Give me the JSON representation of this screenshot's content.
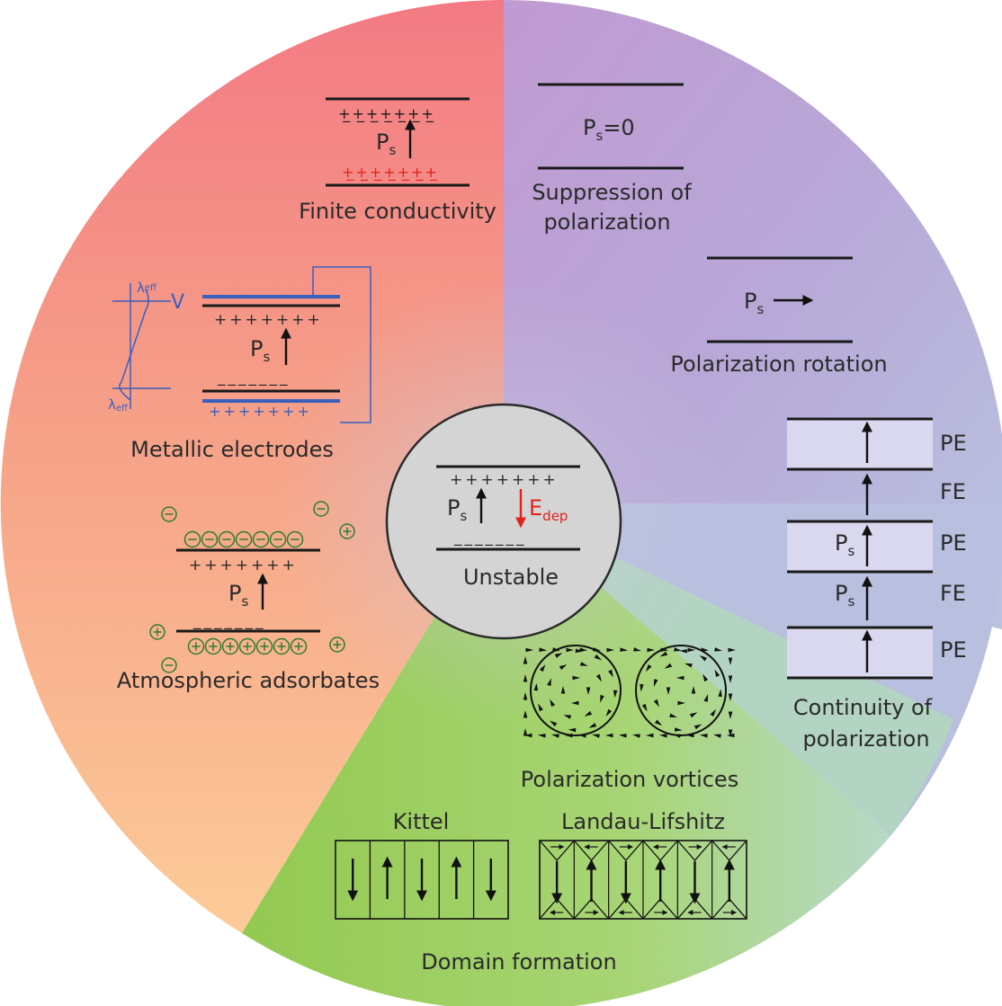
{
  "center": {
    "label": "Unstable",
    "plus": "+++++++",
    "minus": "_______",
    "ps": "P",
    "ps_sub": "s",
    "edep": "E",
    "edep_sub": "dep"
  },
  "finite": {
    "label": "Finite conductivity",
    "plus_top": "+̲+̲+̲+̲+̲+̲+̲",
    "plus_bot": "+̲+̲+̲+̲+̲+̲+̲",
    "ps": "P",
    "ps_sub": "s"
  },
  "suppression": {
    "ps_eq": "P",
    "ps_sub": "s",
    "eq_val": "=0",
    "label_line1": "Suppression of",
    "label_line2": "polarization"
  },
  "rotation": {
    "ps": "P",
    "ps_sub": "s",
    "label": "Polarization rotation"
  },
  "continuity": {
    "layers": [
      "PE",
      "FE",
      "PE",
      "FE",
      "PE"
    ],
    "ps": "P",
    "ps_sub": "s",
    "label_line1": "Continuity of",
    "label_line2": "polarization"
  },
  "metallic": {
    "label": "Metallic electrodes",
    "lambda": "λ",
    "lambda_sub": "eff",
    "v": "V",
    "plus": "+++++++",
    "minus": "_______",
    "ps": "P",
    "ps_sub": "s"
  },
  "atmospheric": {
    "label": "Atmospheric adsorbates",
    "plus": "+++++++",
    "minus": "_______",
    "ps": "P",
    "ps_sub": "s"
  },
  "vortices": {
    "label": "Polarization vortices"
  },
  "domain": {
    "label": "Domain formation",
    "kittel": "Kittel",
    "landau": "Landau-Lifshitz"
  },
  "colors": {
    "red": "#f07a80",
    "purple": "#b49ccc",
    "green": "#9fcf63",
    "peach": "#fbc79a",
    "center_fill": "#d4d4d4",
    "layer_fill": "#d9d8ee"
  }
}
